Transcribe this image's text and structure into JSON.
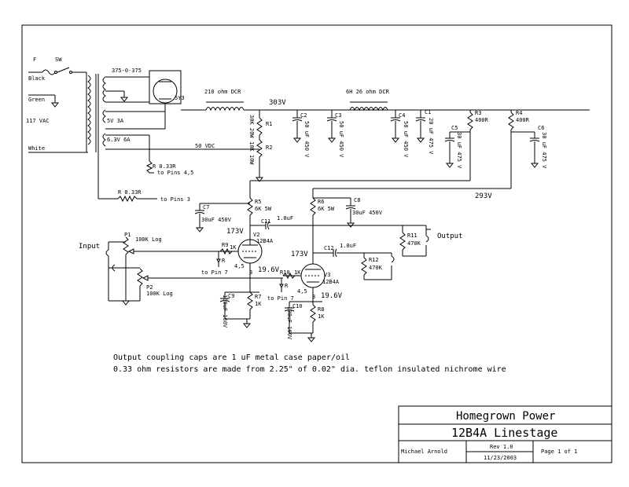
{
  "title_block": {
    "company": "Homegrown Power",
    "title": "12B4A Linestage",
    "author": "Michael Arnold",
    "rev": "Rev 1.0",
    "date": "11/23/2003",
    "page": "Page 1 of 1"
  },
  "notes": [
    "Output coupling caps are 1 uF metal case paper/oil",
    "0.33 ohm resistors are made from 2.25\" of 0.02\"  dia. teflon insulated nichrome wire"
  ],
  "mains": {
    "fuse": "F",
    "switch": "SW",
    "black": "Black",
    "green": "Green",
    "vac": "117 VAC",
    "white": "White"
  },
  "transformer": {
    "hv": "375-0-375",
    "rect_winding": "5V 3A",
    "heater_winding": "6.3V 6A",
    "rectifier": "5Y3"
  },
  "supply": {
    "choke1": "210 ohm DCR",
    "choke2": "6H 26 ohm DCR",
    "b_plus": "303V",
    "b_reg": "293V",
    "heater_ref": "50 VDC"
  },
  "heater_res": [
    {
      "r": "R 0.33R",
      "to": "to Pins 4,5"
    },
    {
      "r": "R 0.33R",
      "to": "to Pins 3"
    }
  ],
  "caps": {
    "c2": {
      "ref": "C2",
      "val": "50 uF 450 V"
    },
    "c3": {
      "ref": "C3",
      "val": "50 uF 450 V"
    },
    "c4": {
      "ref": "C4",
      "val": "50 uF 450 V"
    },
    "c1": {
      "ref": "C1",
      "val": "20 uF 475 V"
    },
    "c5": {
      "ref": "C5",
      "val": "30 uF 475 V"
    },
    "c6": {
      "ref": "C6",
      "val": "30 uF 475 V"
    },
    "c7": {
      "ref": "C7",
      "val": "30uF 450V"
    },
    "c8": {
      "ref": "C8",
      "val": "30uF 450V"
    },
    "c9": {
      "ref": "C9",
      "val": "100uF 160V"
    },
    "c10": {
      "ref": "C10",
      "val": "100uF 160V"
    },
    "c11": {
      "ref": "C11",
      "val": "1.0uF"
    },
    "c12": {
      "ref": "C12",
      "val": "1.0uF"
    }
  },
  "resistors": {
    "r1": {
      "ref": "R1",
      "val": "30K 20W"
    },
    "r2": {
      "ref": "R2",
      "val": "10K 10W"
    },
    "r3": {
      "ref": "R3",
      "val": "400R"
    },
    "r4": {
      "ref": "R4",
      "val": "400R"
    },
    "r5": {
      "ref": "R5",
      "val": "6K 5W"
    },
    "r6": {
      "ref": "R6",
      "val": "6K 5W"
    },
    "r7": {
      "ref": "R7",
      "val": "1K"
    },
    "r8": {
      "ref": "R8",
      "val": "1K"
    },
    "r9": {
      "ref": "R9",
      "val": "1K"
    },
    "r10": {
      "ref": "R10",
      "val": "1K"
    },
    "r11": {
      "ref": "R11",
      "val": "470K"
    },
    "r12": {
      "ref": "R12",
      "val": "470K"
    }
  },
  "pots": {
    "p1": {
      "ref": "P1",
      "val": "100K Log"
    },
    "p2": {
      "ref": "P2",
      "val": "100K Log"
    }
  },
  "tubes": {
    "v2": {
      "ref": "V2",
      "type": "12B4A",
      "pins": "4,5",
      "cathode_pin": "3",
      "plate_v": "173V",
      "cathode_v": "19.6V"
    },
    "v3": {
      "ref": "V3",
      "type": "12B4A",
      "pins": "4,5",
      "cathode_pin": "3",
      "plate_v": "173V",
      "cathode_v": "19.6V"
    }
  },
  "io": {
    "input": "Input",
    "output": "Output",
    "to_pin7": "to Pin 7"
  },
  "glyphs": {
    "r": "R"
  }
}
